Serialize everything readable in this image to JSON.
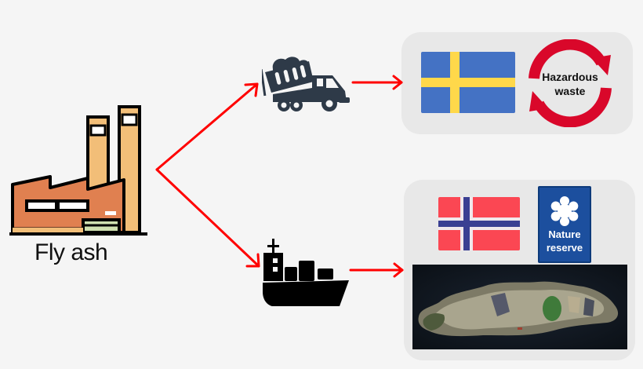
{
  "source": {
    "label": "Fly ash",
    "icon": "factory-icon"
  },
  "routes": [
    {
      "transport": "dump-truck-icon",
      "destination": {
        "country_flag": "sweden-flag",
        "classification_label_line1": "Hazardous",
        "classification_label_line2": "waste",
        "classification_icon": "recycle-arrows-icon"
      }
    },
    {
      "transport": "cargo-ship-icon",
      "destination": {
        "country_flag": "norway-flag",
        "sign_label_line1": "Nature",
        "sign_label_line2": "reserve",
        "sign_icon": "snowflake-sign-icon",
        "image": "island-satellite-image"
      }
    }
  ],
  "colors": {
    "background": "#f5f5f5",
    "panel": "#e8e8e8",
    "arrow": "#ff0000",
    "sweden_blue": "#4472c4",
    "sweden_yellow": "#ffd84a",
    "norway_red": "#fb4753",
    "norway_blue": "#3a3f92",
    "recycle_red": "#d9072a",
    "sign_blue": "#1c4f9e",
    "truck": "#2e3a48",
    "ship": "#000000",
    "factory_orange": "#e08050",
    "factory_tan": "#f2be78"
  }
}
